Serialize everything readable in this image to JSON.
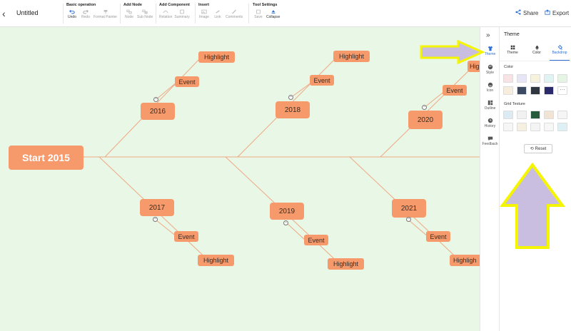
{
  "doc_title": "Untitled",
  "toolbar": {
    "groups": [
      {
        "title": "Basic operation",
        "buttons": [
          {
            "label": "Undo",
            "icon": "undo-icon"
          },
          {
            "label": "Redo",
            "icon": "redo-icon"
          },
          {
            "label": "Format Painter",
            "icon": "format-painter-icon"
          }
        ]
      },
      {
        "title": "Add Node",
        "buttons": [
          {
            "label": "Node",
            "icon": "node-icon"
          },
          {
            "label": "Sub Node",
            "icon": "sub-node-icon"
          }
        ]
      },
      {
        "title": "Add Component",
        "buttons": [
          {
            "label": "Relation",
            "icon": "relation-icon"
          },
          {
            "label": "Summary",
            "icon": "summary-icon"
          }
        ]
      },
      {
        "title": "Insert",
        "buttons": [
          {
            "label": "Image",
            "icon": "image-icon"
          },
          {
            "label": "Link",
            "icon": "link-icon"
          },
          {
            "label": "Comments",
            "icon": "comments-icon"
          }
        ]
      },
      {
        "title": "Tool Settings",
        "buttons": [
          {
            "label": "Save",
            "icon": "save-icon"
          },
          {
            "label": "Collapse",
            "icon": "collapse-icon"
          }
        ]
      }
    ],
    "share_label": "Share",
    "export_label": "Export"
  },
  "diagram": {
    "root": "Start 2015",
    "years": [
      "2016",
      "2018",
      "2020",
      "2017",
      "2019",
      "2021"
    ],
    "event_label": "Event",
    "highlight_label": "Highlight",
    "highlight_partial": "Hig",
    "highlight_partial2": "Highligh",
    "collapse_symbol": "−",
    "colors": {
      "node": "#f79a6b",
      "line": "#f0a882",
      "canvas": "#e8f7e6"
    }
  },
  "iconbar": {
    "collapse_symbol": "»",
    "items": [
      {
        "label": "Theme",
        "icon": "shirt-icon",
        "active": true
      },
      {
        "label": "Style",
        "icon": "palette-icon"
      },
      {
        "label": "Icon",
        "icon": "smiley-icon"
      },
      {
        "label": "Outline",
        "icon": "outline-icon"
      },
      {
        "label": "History",
        "icon": "clock-icon"
      },
      {
        "label": "Feedback",
        "icon": "feedback-icon"
      }
    ]
  },
  "panel": {
    "title": "Theme",
    "tabs": [
      {
        "label": "Theme",
        "icon": "grid-icon"
      },
      {
        "label": "Color",
        "icon": "bell-icon"
      },
      {
        "label": "Backdrop",
        "icon": "paint-bucket-icon",
        "active": true
      }
    ],
    "color_section": "Color",
    "color_swatches": [
      "#f7e3e3",
      "#e6e6f7",
      "#f7f2dc",
      "#e0f3f3",
      "#e4f5e3",
      "#f7eddc",
      "#3d4a63",
      "#303640",
      "#2b2a6b",
      "..."
    ],
    "texture_section": "Grid Texture",
    "texture_swatches": [
      "#dcebf3",
      "#f1f1f1",
      "#255a3a",
      "#f1e4d4",
      "#f5f5f5",
      "#f6f6f6",
      "#f5f0df",
      "#f4f4f4",
      "#f7f7f7",
      "#dcf0f5"
    ],
    "reset_label": "Reset"
  },
  "annotation_color": "#f5f500"
}
